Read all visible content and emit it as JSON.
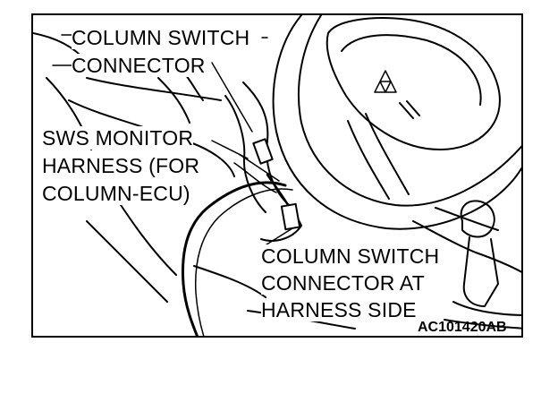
{
  "labels": {
    "column_switch_connector": [
      "COLUMN SWITCH",
      "CONNECTOR"
    ],
    "sws_monitor_harness": [
      "SWS MONITOR",
      "HARNESS (FOR",
      "COLUMN-ECU)"
    ],
    "column_switch_connector_harness_side": [
      "COLUMN SWITCH",
      "CONNECTOR AT",
      "HARNESS SIDE"
    ]
  },
  "figure_code": "AC101420AB",
  "colors": {
    "line": "#000000",
    "background": "#ffffff"
  }
}
